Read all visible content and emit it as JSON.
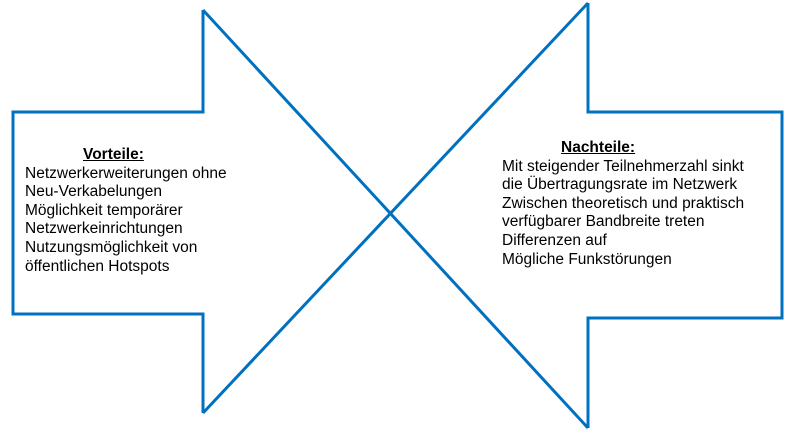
{
  "diagram": {
    "stroke_color": "#0070C0",
    "background": "#FFFFFF",
    "shapes": [
      {
        "type": "arrow-right",
        "name": "vorteile-arrow"
      },
      {
        "type": "arrow-left",
        "name": "nachteile-arrow"
      }
    ]
  },
  "vorteile": {
    "heading": "Vorteile:",
    "lines": [
      "Netzwerkerweiterungen ohne",
      "Neu-Verkabelungen",
      "Möglichkeit temporärer",
      "Netzwerkeinrichtungen",
      "Nutzungsmöglichkeit von",
      "öffentlichen Hotspots"
    ]
  },
  "nachteile": {
    "heading": "Nachteile:",
    "lines": [
      "Mit steigender Teilnehmerzahl sinkt",
      "die Übertragungsrate im Netzwerk",
      "Zwischen theoretisch und praktisch",
      "verfügbarer Bandbreite treten",
      "Differenzen auf",
      "Mögliche Funkstörungen"
    ]
  }
}
